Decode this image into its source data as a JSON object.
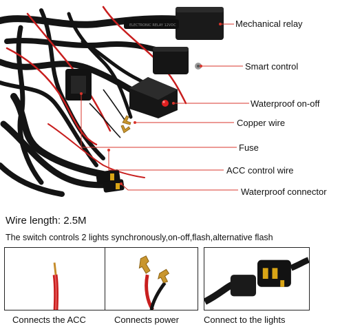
{
  "callouts": {
    "mechanical_relay": "Mechanical relay",
    "smart_control": "Smart control",
    "waterproof_on_off": "Waterproof on-off",
    "copper_wire": "Copper wire",
    "fuse": "Fuse",
    "acc_control_wire": "ACC  control wire",
    "waterproof_connector": "Waterproof connector"
  },
  "relay_label": "ELECTRONIC RELAY 12VDC",
  "wire_length": "Wire length: 2.5M",
  "description": "The switch controls 2 lights synchronously,on-off,flash,alternative flash",
  "panels": [
    {
      "caption": "Connects the ACC",
      "image": "red-wire-stripped-end"
    },
    {
      "caption": "Connects power",
      "image": "fork-terminals-red-black-wires"
    },
    {
      "caption": "Connect to the lights",
      "image": "waterproof-connector-plugs"
    }
  ],
  "colors": {
    "leader_line": "#d9342b",
    "wire_red": "#c81e1e",
    "wire_black": "#141414",
    "copper": "#c9962e"
  }
}
